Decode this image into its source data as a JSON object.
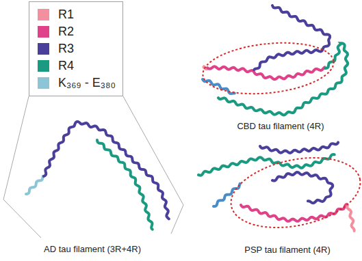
{
  "diagram": {
    "labels": [
      "CBD tau filament (4R)",
      "PSP tau filament (4R)",
      "AD tau filament (3R+4R)"
    ],
    "legend": [
      {
        "text": "R1",
        "color": "#f2909f"
      },
      {
        "text": "R2",
        "color": "#e0428a"
      },
      {
        "text": "R3",
        "color": "#4b3f9c"
      },
      {
        "text": "R4",
        "color": "#1a9a80"
      },
      {
        "text": "K₃₆₉ - E₃₈₀",
        "color": "#8cc6d6"
      }
    ]
  }
}
